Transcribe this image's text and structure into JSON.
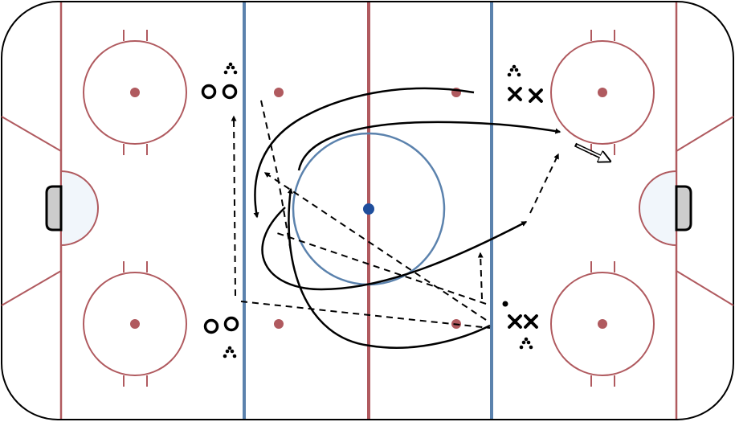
{
  "diagram": {
    "kind": "hockey-drill",
    "colors": {
      "boards": "#000000",
      "ice": "#ffffff",
      "red_line": "#b05a5f",
      "blue_line": "#5b82ad",
      "center_dot": "#1f4e9c",
      "crease_fill": "#f1f6fb",
      "net_fill": "#cccccc",
      "player": "#000000"
    },
    "players": {
      "offense_symbol": "O",
      "defense_symbol": "X",
      "puck_symbol": "puck"
    },
    "line_styles": {
      "skate": "solid-arrow",
      "pass": "dashed-arrow",
      "shot": "double-arrow"
    },
    "icons": [
      "puck-pile-icon",
      "net-icon",
      "puck-icon"
    ]
  }
}
